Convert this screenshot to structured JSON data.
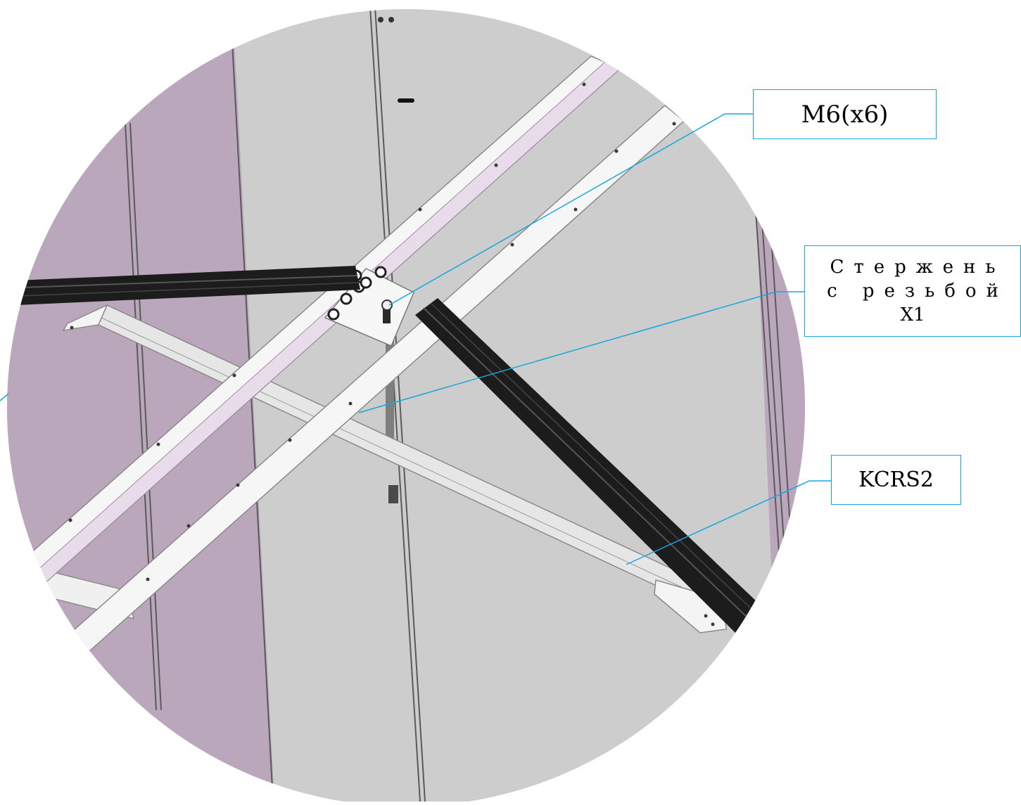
{
  "diagram": {
    "colors": {
      "leader_line": "#18a6df",
      "panel_purple": "#bba7bc",
      "panel_gray": "#cdcdcd",
      "rail_white": "#f6f6f6",
      "rail_pink": "#e9dcea",
      "rail_black": "#1c1c1c"
    },
    "callouts": {
      "m6": {
        "label": "M6(x6)"
      },
      "threaded_rod": {
        "line1": "Стержень",
        "line2": "с резьбой",
        "line3": "X1"
      },
      "kcrs2": {
        "label": "KCRS2"
      }
    }
  }
}
